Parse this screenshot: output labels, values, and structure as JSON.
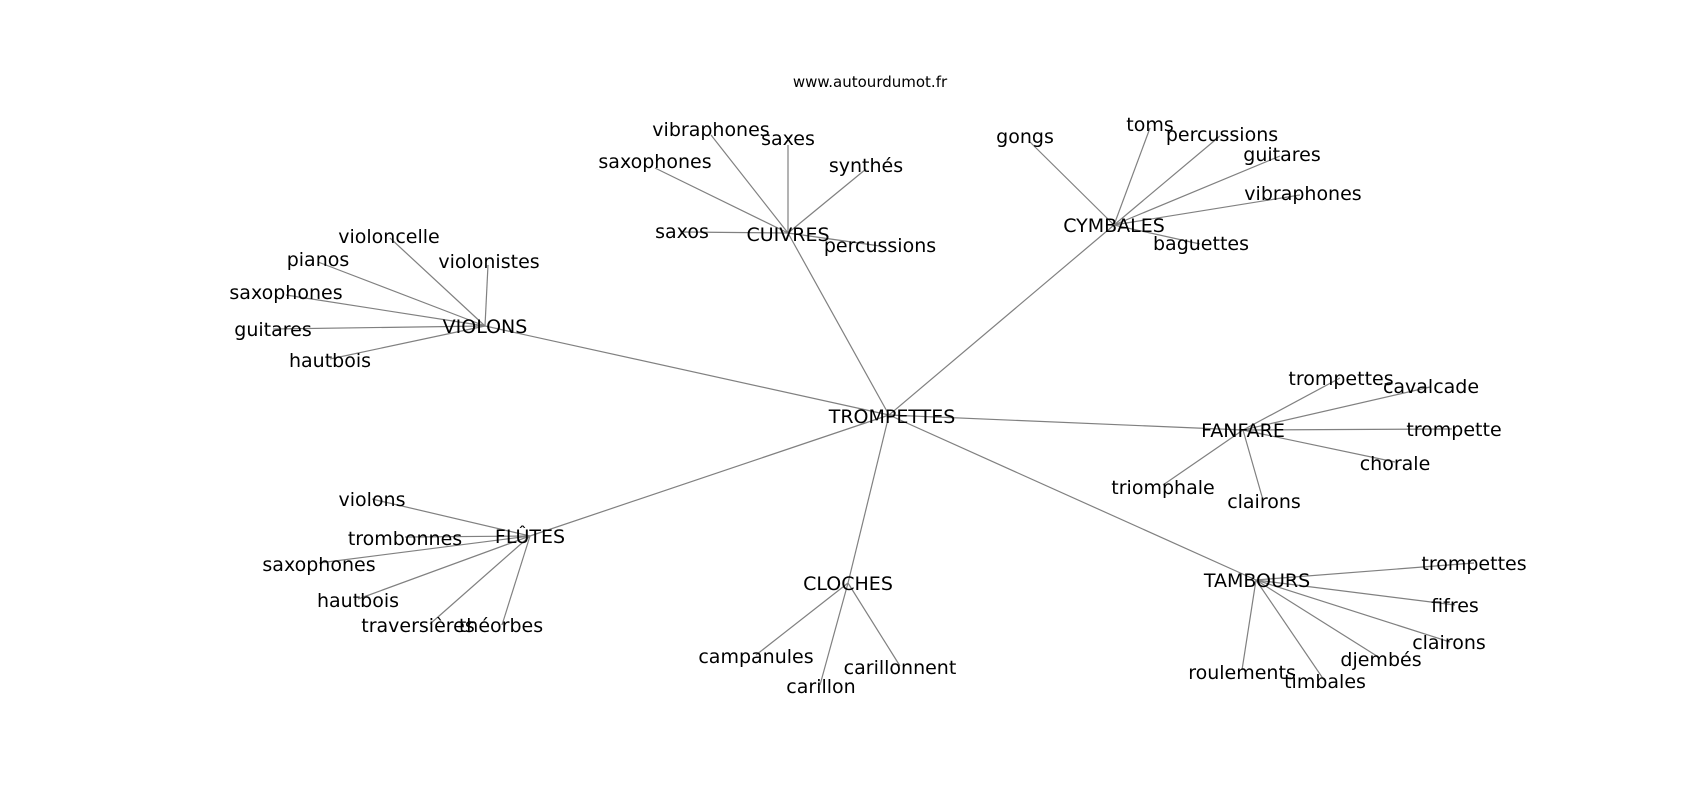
{
  "credit": "www.autourdumot.fr",
  "colors": {
    "edge": "#808080",
    "text": "#000000",
    "background": "#ffffff"
  },
  "graph": {
    "center": "TROMPETTES",
    "clusters": [
      {
        "hub": "CUIVRES",
        "leaves": [
          "vibraphones",
          "saxes",
          "synthés",
          "saxophones",
          "saxos",
          "percussions"
        ]
      },
      {
        "hub": "CYMBALES",
        "leaves": [
          "gongs",
          "toms",
          "percussions",
          "guitares",
          "vibraphones",
          "baguettes"
        ]
      },
      {
        "hub": "VIOLONS",
        "leaves": [
          "violoncelle",
          "pianos",
          "violonistes",
          "saxophones",
          "guitares",
          "hautbois"
        ]
      },
      {
        "hub": "FANFARE",
        "leaves": [
          "trompettes",
          "cavalcade",
          "trompette",
          "chorale",
          "triomphale",
          "clairons"
        ]
      },
      {
        "hub": "FLÛTES",
        "leaves": [
          "violons",
          "trombonnes",
          "saxophones",
          "hautbois",
          "traversières",
          "théorbes"
        ]
      },
      {
        "hub": "CLOCHES",
        "leaves": [
          "campanules",
          "carillon",
          "carillonnent"
        ]
      },
      {
        "hub": "TAMBOURS",
        "leaves": [
          "trompettes",
          "fifres",
          "clairons",
          "djembés",
          "timbales",
          "roulements"
        ]
      }
    ]
  }
}
